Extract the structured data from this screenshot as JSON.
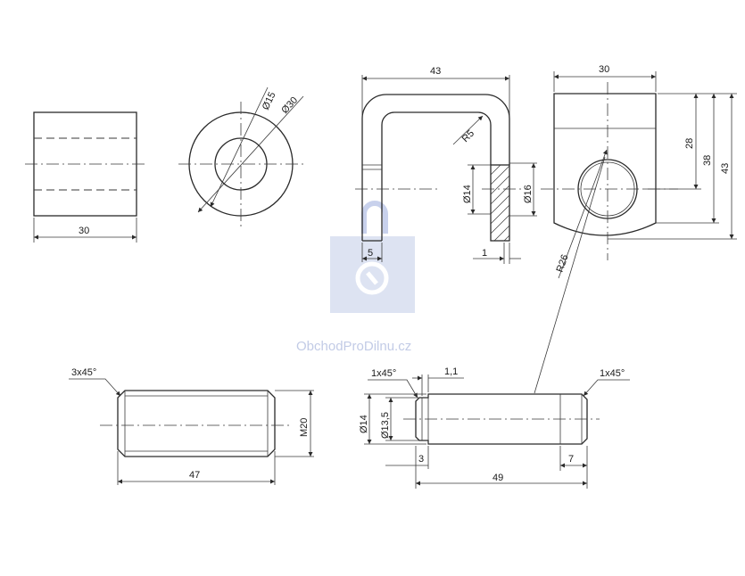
{
  "colors": {
    "line": "#2a2a2a",
    "watermark": "#c2cbe6",
    "background": "#ffffff"
  },
  "watermark": {
    "text": "ObchodProDilnu.cz",
    "icon": "wrench-bag-icon"
  },
  "spacer": {
    "length": "30",
    "inner_diameter": "Ø15",
    "outer_diameter": "Ø30"
  },
  "ubolt": {
    "width": "43",
    "bend_radius": "R5",
    "rod_diameter": "Ø14",
    "hole_diameter": "Ø16",
    "rod_offset": "5",
    "plate_thickness": "1"
  },
  "bracket": {
    "width": "30",
    "hole_height": "28",
    "arc_height": "38",
    "height": "43",
    "radius": "R26"
  },
  "threaded_pin": {
    "chamfer": "3x45°",
    "length": "47",
    "thread": "M20"
  },
  "pin": {
    "chamfer_left": "1x45°",
    "groove_width": "1,1",
    "chamfer_right": "1x45°",
    "diameter": "Ø14",
    "groove_diameter": "Ø13,5",
    "groove_offset": "3",
    "length": "49",
    "end_length": "7"
  }
}
